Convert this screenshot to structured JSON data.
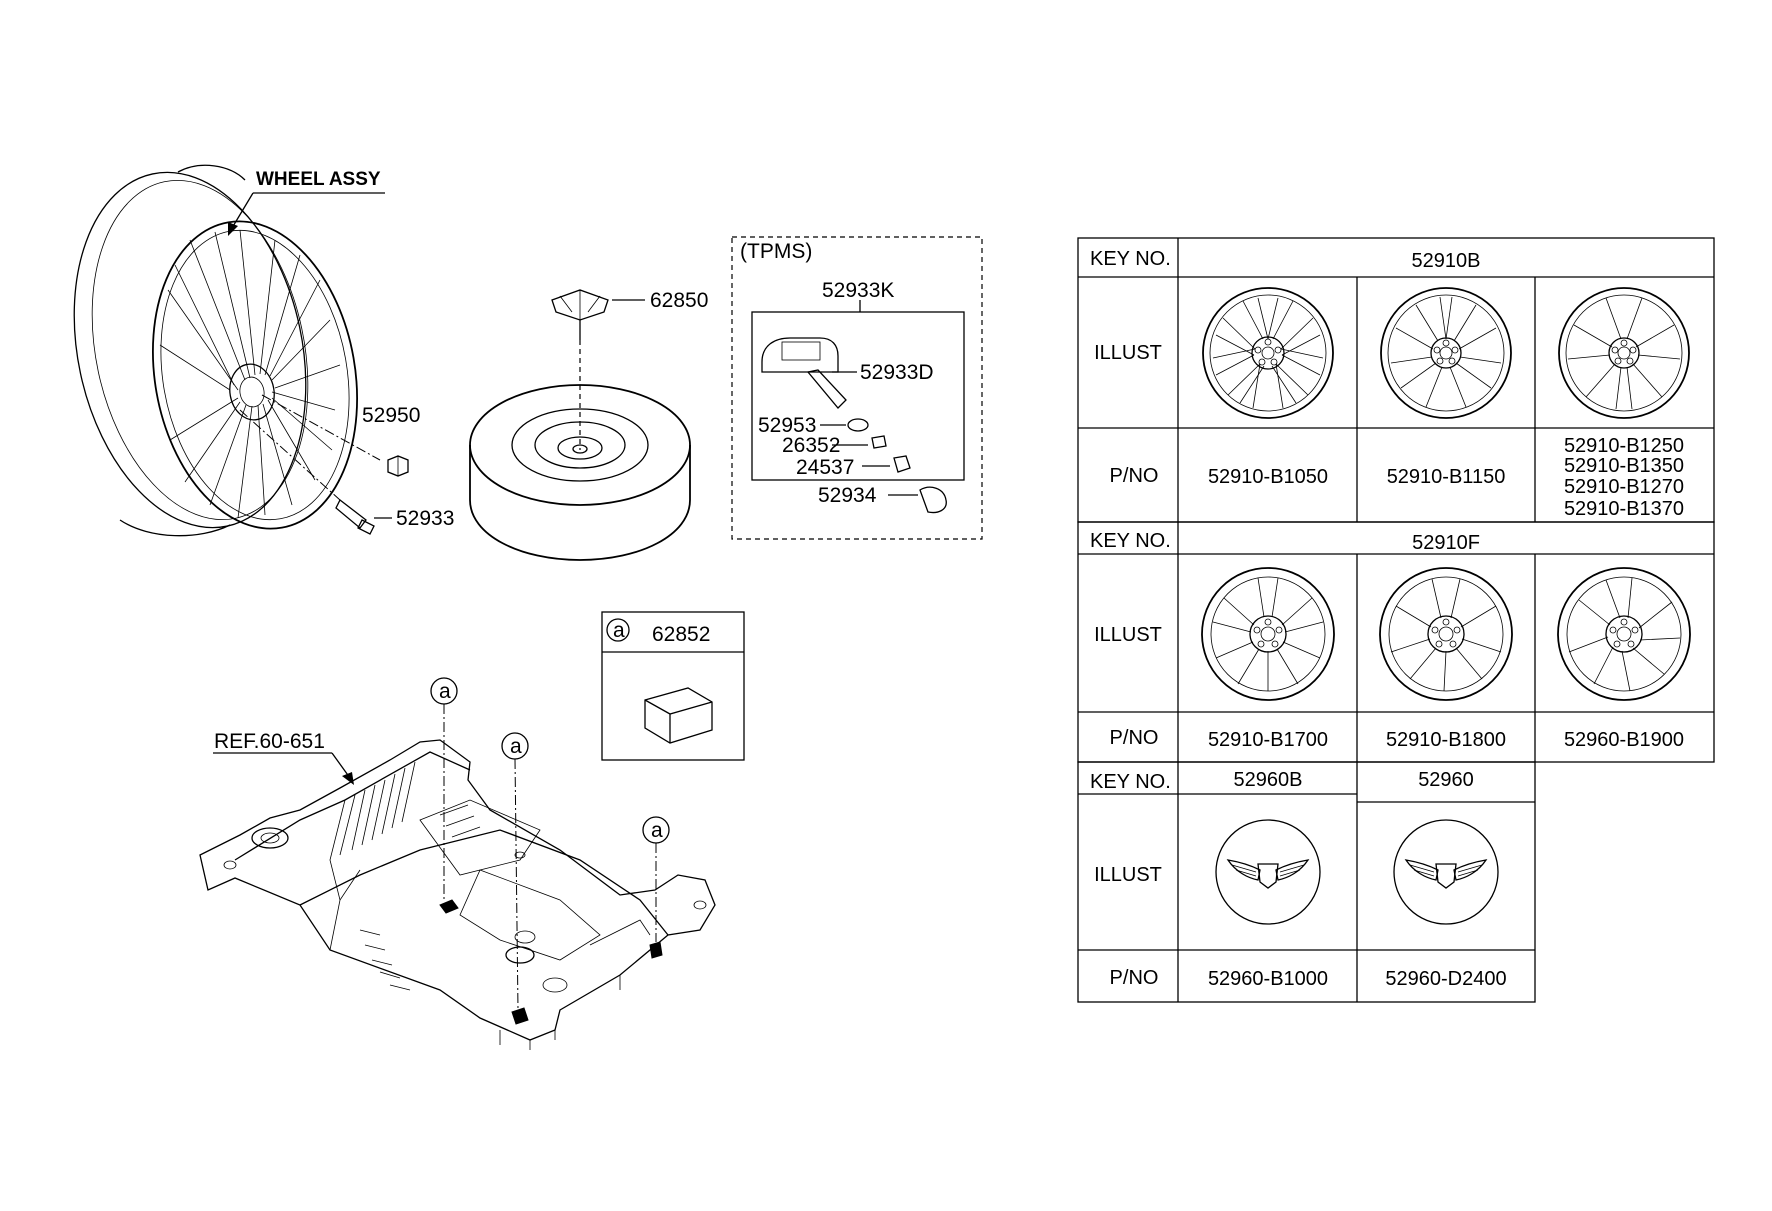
{
  "callouts": {
    "wheel_assy": "WHEEL ASSY",
    "p52950": "52950",
    "p52933": "52933",
    "p62850": "62850",
    "tpms": "(TPMS)",
    "p52933K": "52933K",
    "p52933D": "52933D",
    "p52953": "52953",
    "p26352": "26352",
    "p24537": "24537",
    "p52934": "52934",
    "ref": "REF.60-651",
    "circle_a": "a",
    "p62852": "62852"
  },
  "table": {
    "key_no": "KEY NO.",
    "illust": "ILLUST",
    "pno": "P/NO",
    "section1": {
      "key": "52910B",
      "parts": [
        "52910-B1050",
        "52910-B1150",
        "52910-B1250",
        "52910-B1350",
        "52910-B1270",
        "52910-B1370"
      ]
    },
    "section2": {
      "key": "52910F",
      "parts": [
        "52910-B1700",
        "52910-B1800",
        "52960-B1900"
      ]
    },
    "section3": {
      "keys": [
        "52960B",
        "52960"
      ],
      "parts": [
        "52960-B1000",
        "52960-D2400"
      ]
    }
  }
}
